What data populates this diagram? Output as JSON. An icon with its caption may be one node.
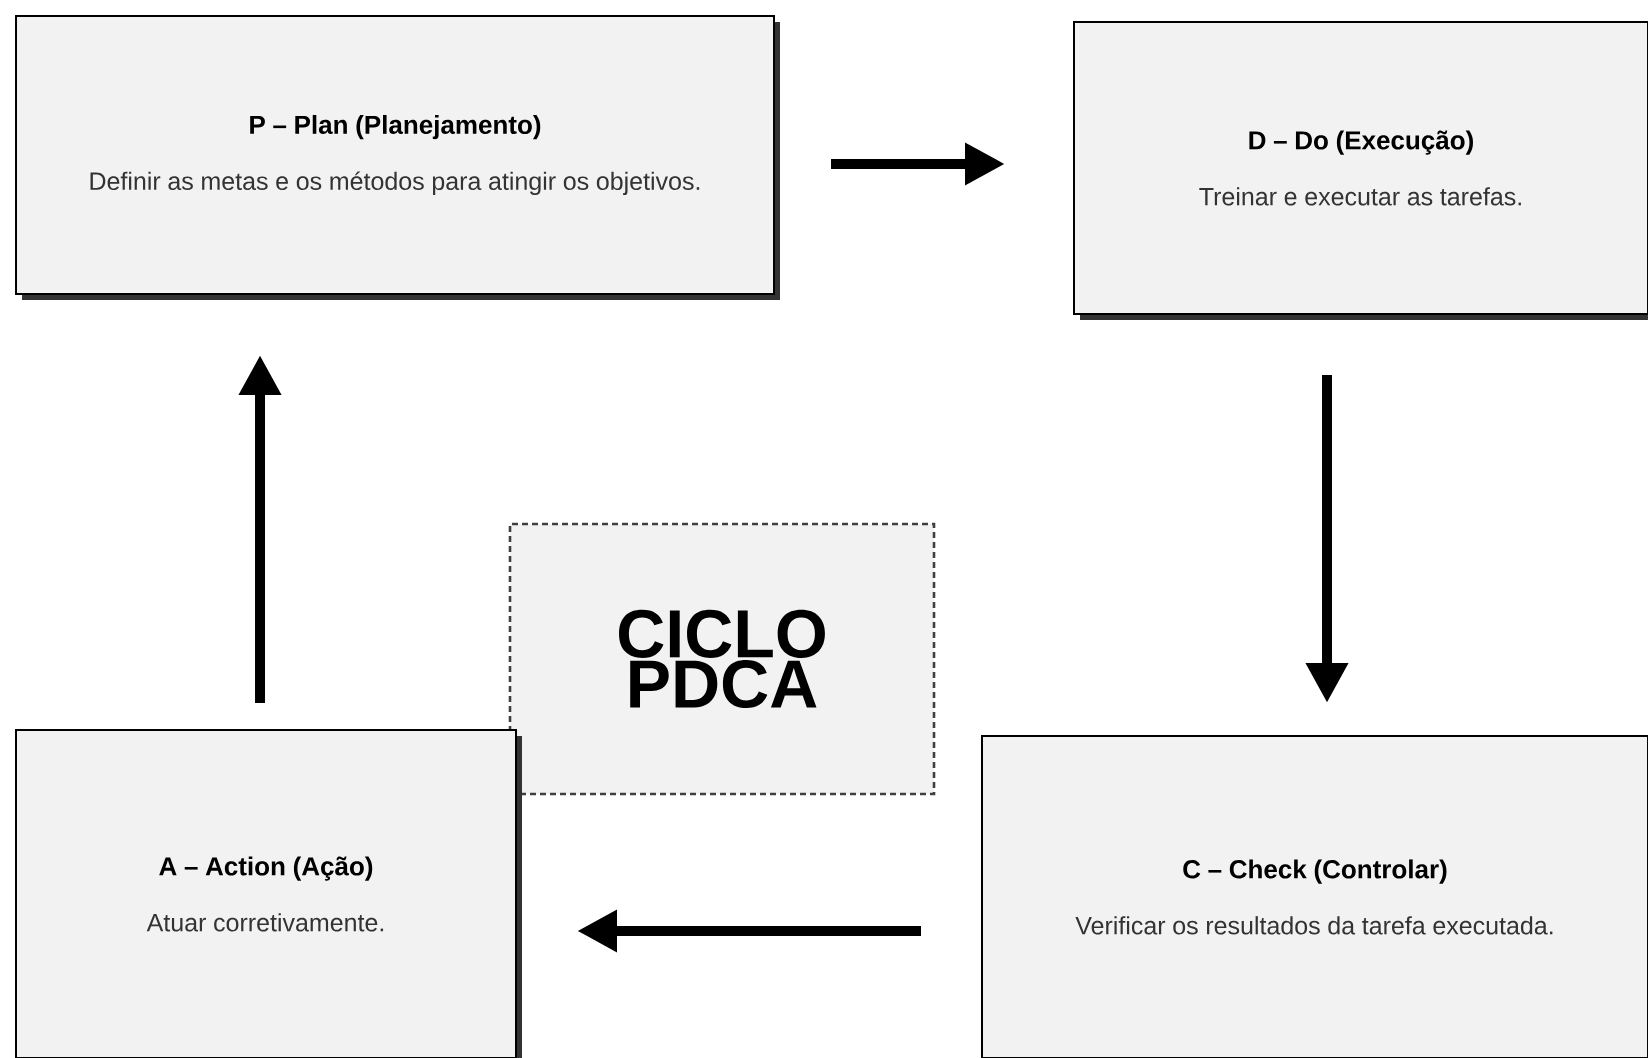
{
  "diagram": {
    "nodes": [
      {
        "text": [
          "P – Plan (Planejamento)",
          "Definir as metas e os métodos para atingir os objetivos."
        ]
      },
      {
        "text": [
          "D – Do (Execução)",
          "Treinar e executar as tarefas."
        ]
      },
      {
        "text": [
          "CICLO PDCA"
        ]
      },
      {
        "text": [
          "A – Action (Ação)",
          "Atuar corretivamente."
        ]
      },
      {
        "text": [
          "C – Check (Controlar)",
          "Verificar os resultados da tarefa executada."
        ]
      }
    ],
    "edges": [
      {
        "from": 0,
        "to": 1,
        "arrow": "to"
      },
      {
        "from": 1,
        "to": 4,
        "arrow": "to"
      },
      {
        "from": 4,
        "to": 3,
        "arrow": "to"
      },
      {
        "from": 3,
        "to": 0,
        "arrow": "to"
      }
    ]
  }
}
